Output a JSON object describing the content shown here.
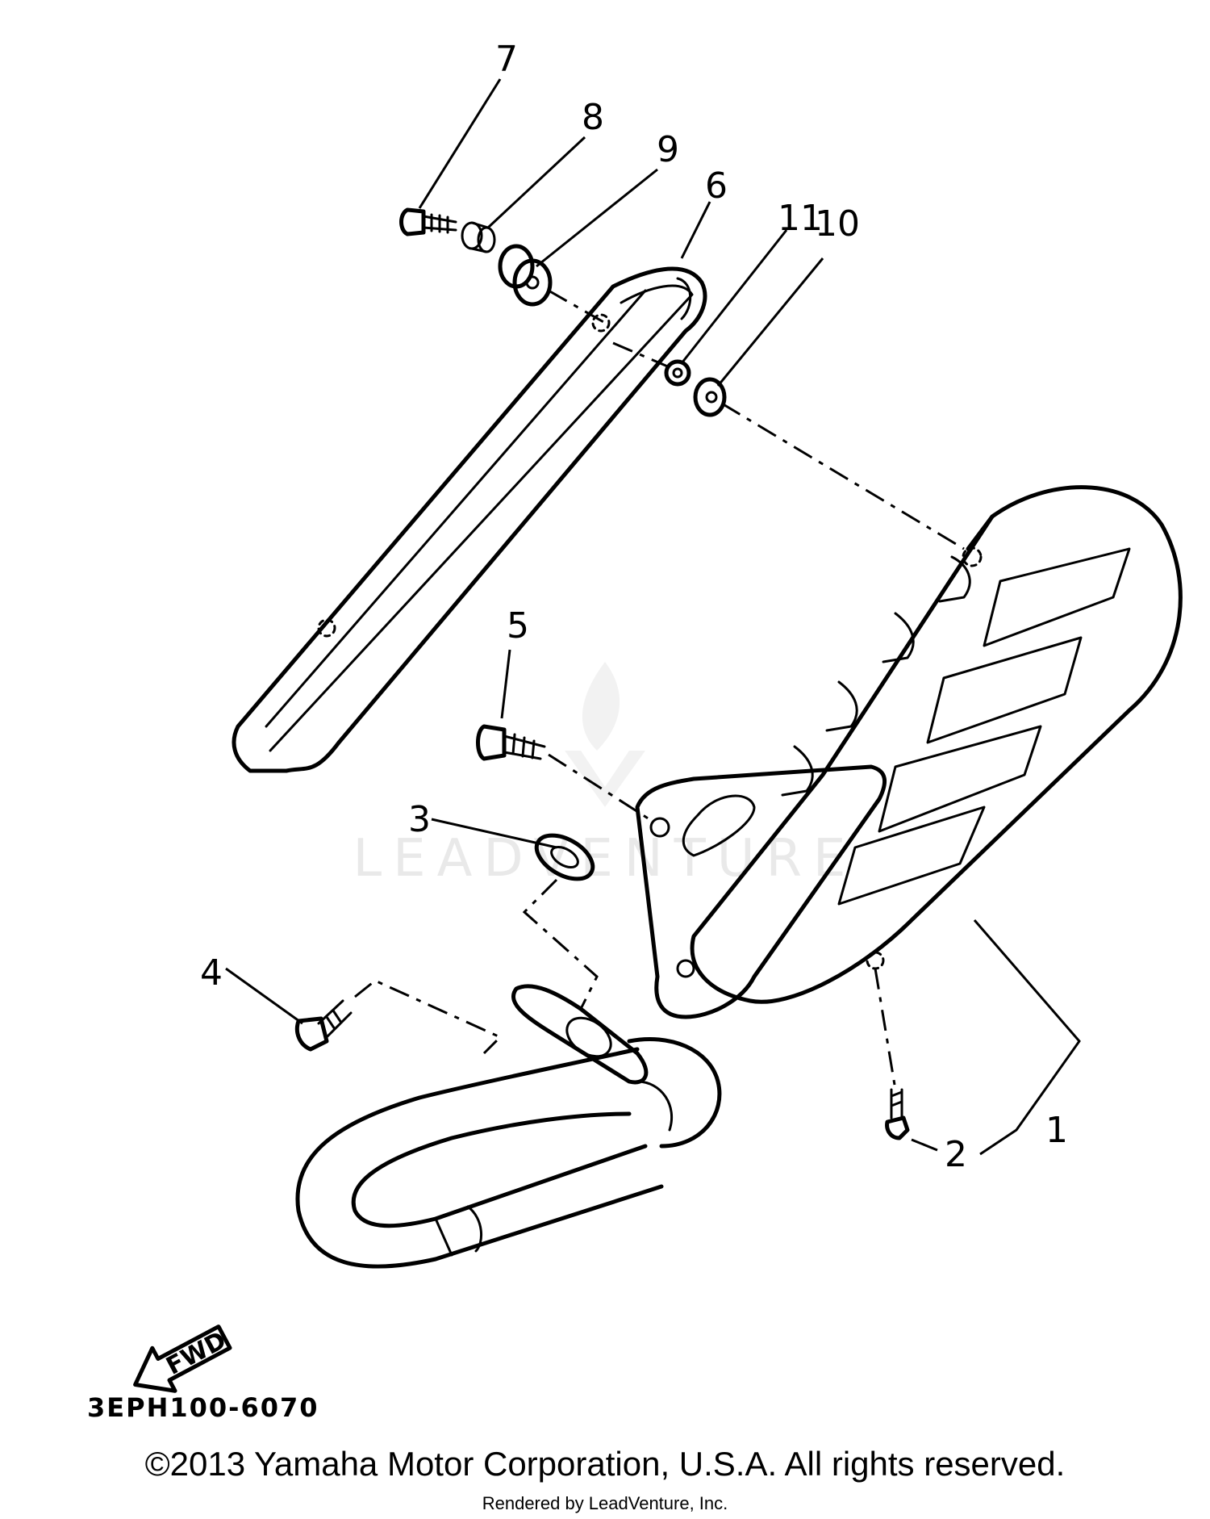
{
  "watermark": "LEADVENTURE",
  "callouts": [
    {
      "id": "1",
      "label": "1"
    },
    {
      "id": "2",
      "label": "2"
    },
    {
      "id": "3",
      "label": "3"
    },
    {
      "id": "4",
      "label": "4"
    },
    {
      "id": "5",
      "label": "5"
    },
    {
      "id": "6",
      "label": "6"
    },
    {
      "id": "7",
      "label": "7"
    },
    {
      "id": "8",
      "label": "8"
    },
    {
      "id": "9",
      "label": "9"
    },
    {
      "id": "10",
      "label": "10"
    },
    {
      "id": "11",
      "label": "11"
    }
  ],
  "direction_label": "FWD",
  "part_code": "3EPH100-6070",
  "copyright": "©2013 Yamaha Motor Corporation, U.S.A. All rights reserved.",
  "rendered_by": "Rendered by LeadVenture, Inc."
}
